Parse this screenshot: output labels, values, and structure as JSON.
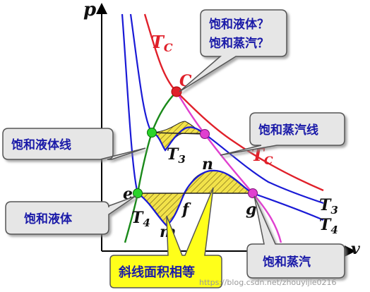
{
  "axes": {
    "y_label": "p",
    "x_label": "v"
  },
  "curves": {
    "critical_isotherm": "T",
    "critical_isotherm_sub": "C",
    "critical_isotherm_right": "T",
    "critical_isotherm_right_sub": "C",
    "isotherm_3": "T",
    "isotherm_3_sub": "3",
    "isotherm_3_left": "T",
    "isotherm_3_left_sub": "3",
    "isotherm_4": "T",
    "isotherm_4_sub": "4",
    "isotherm_4_left": "T",
    "isotherm_4_left_sub": "4"
  },
  "points": {
    "critical": "C",
    "e": "e",
    "f": "f",
    "g": "g",
    "m": "m",
    "n": "n"
  },
  "callouts": {
    "top_right_line1": "饱和液体？",
    "top_right_line2": "饱和蒸汽？",
    "sat_vapor_line": "饱和蒸汽线",
    "sat_liquid_line": "饱和液体线",
    "sat_liquid": "饱和液体",
    "sat_vapor": "饱和蒸汽",
    "equal_areas": "斜线面积相等"
  },
  "watermark": "https://blog.csdn.net/zhouyijie0216",
  "colors": {
    "critical_curve": "#e0202a",
    "saturated_vapor_line": "#e040d0",
    "saturated_liquid_line": "#1a8a1a",
    "isotherm": "#1a1ad6",
    "hatch_fill": "#f2e24a",
    "callout_fill": "#e6e6e6",
    "equal_area_fill": "#ffff1a",
    "label_blue": "#1a1aa8"
  }
}
